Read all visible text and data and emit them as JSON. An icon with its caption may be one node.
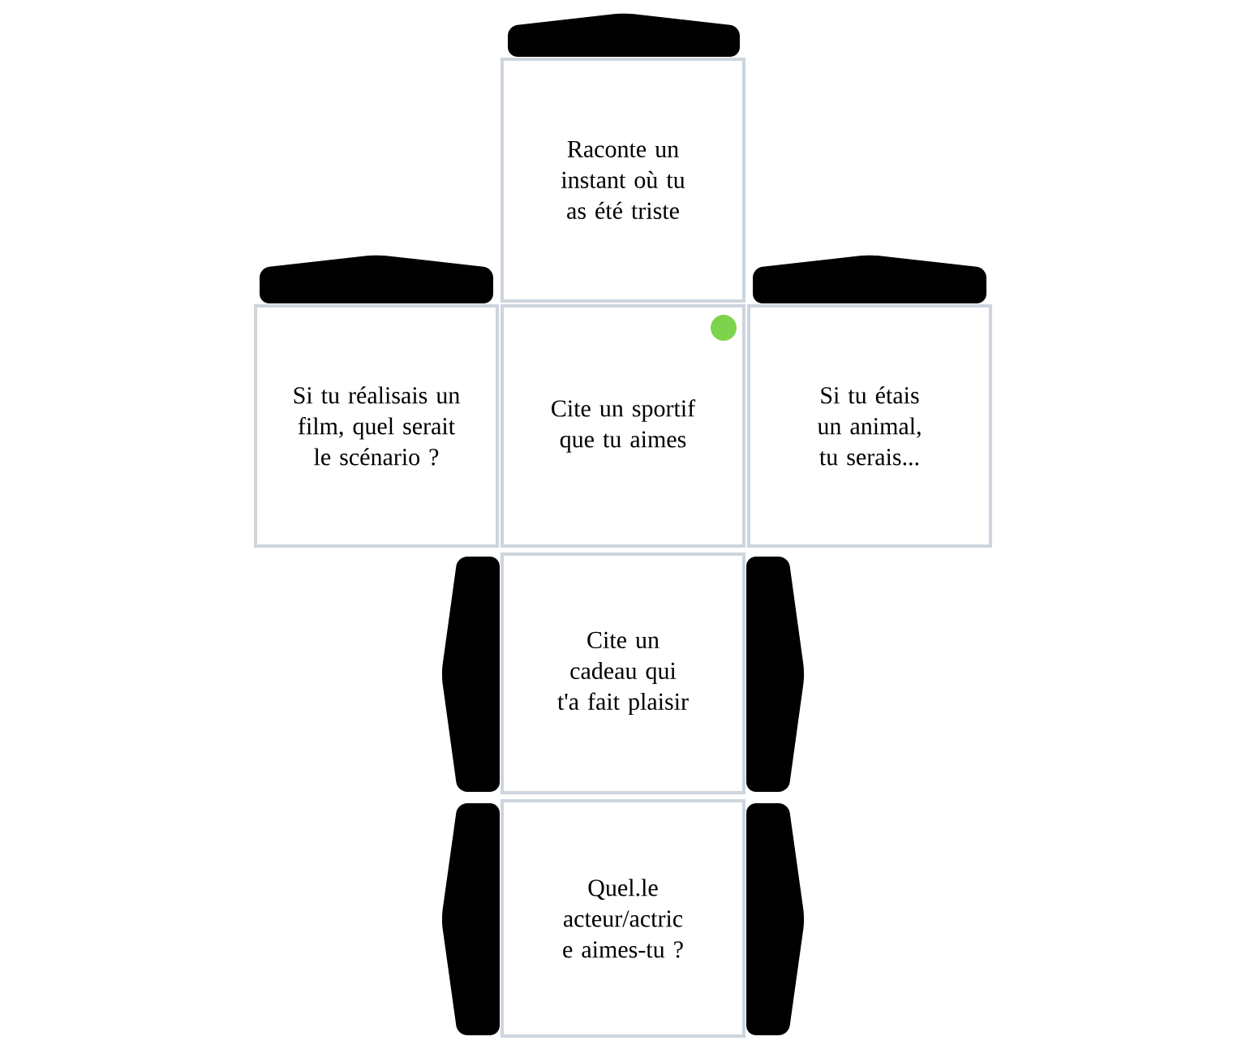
{
  "diagram": {
    "nodes": [
      {
        "text": [
          "Raconte un instant où tu as été triste"
        ]
      },
      {
        "text": [
          "Si tu réalisais un film, quel serait le scénario ?"
        ]
      },
      {
        "text": [
          "Cite un sportif que tu aimes"
        ]
      },
      {
        "text": [
          "Si tu étais un animal, tu serais..."
        ]
      },
      {
        "text": [
          "Cite un cadeau qui t'a fait plaisir"
        ]
      },
      {
        "text": [
          "Quel.le acteur/actric e aimes-tu ?"
        ]
      },
      {
        "text": [],
        "shape": "tab"
      },
      {
        "text": [],
        "shape": "tab"
      },
      {
        "text": [],
        "shape": "tab"
      },
      {
        "text": [],
        "shape": "tab"
      },
      {
        "text": [],
        "shape": "tab"
      },
      {
        "text": [],
        "shape": "tab"
      },
      {
        "text": [],
        "shape": "tab"
      }
    ]
  }
}
